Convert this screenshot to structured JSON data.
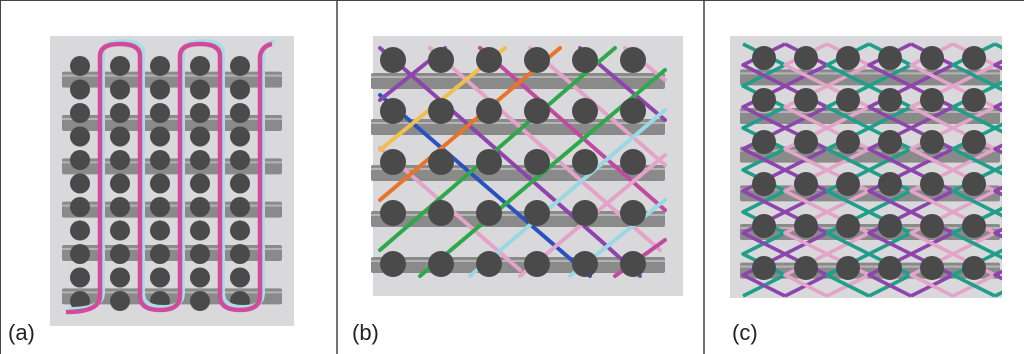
{
  "panels": [
    {
      "id": "a",
      "label": "(a)",
      "pattern": "serpentine",
      "rows": 6,
      "cols": 5,
      "colors": {
        "background": "#d9d9dc",
        "rod": "#8a8a8a",
        "dot": "#4a4a4a",
        "strand": "#d24a9c",
        "shadow_strand": "#a9dde4"
      }
    },
    {
      "id": "b",
      "label": "(b)",
      "pattern": "diagonal-braid",
      "rows": 5,
      "cols": 6,
      "colors": {
        "background": "#d9d9dc",
        "rod": "#8a8a8a",
        "dot": "#4a4a4a",
        "strands": [
          "#8e44ad",
          "#f0c04a",
          "#e8742a",
          "#2a52be",
          "#2ea84a",
          "#9ad9e4",
          "#e4a3c8",
          "#c14aa0"
        ]
      }
    },
    {
      "id": "c",
      "label": "(c)",
      "pattern": "dense-braid",
      "rows": 6,
      "cols": 6,
      "colors": {
        "background": "#d9d9dc",
        "rod": "#8a8a8a",
        "dot": "#4a4a4a",
        "strands": [
          "#1f9e8a",
          "#8e44ad",
          "#e4a3c8"
        ]
      }
    }
  ]
}
